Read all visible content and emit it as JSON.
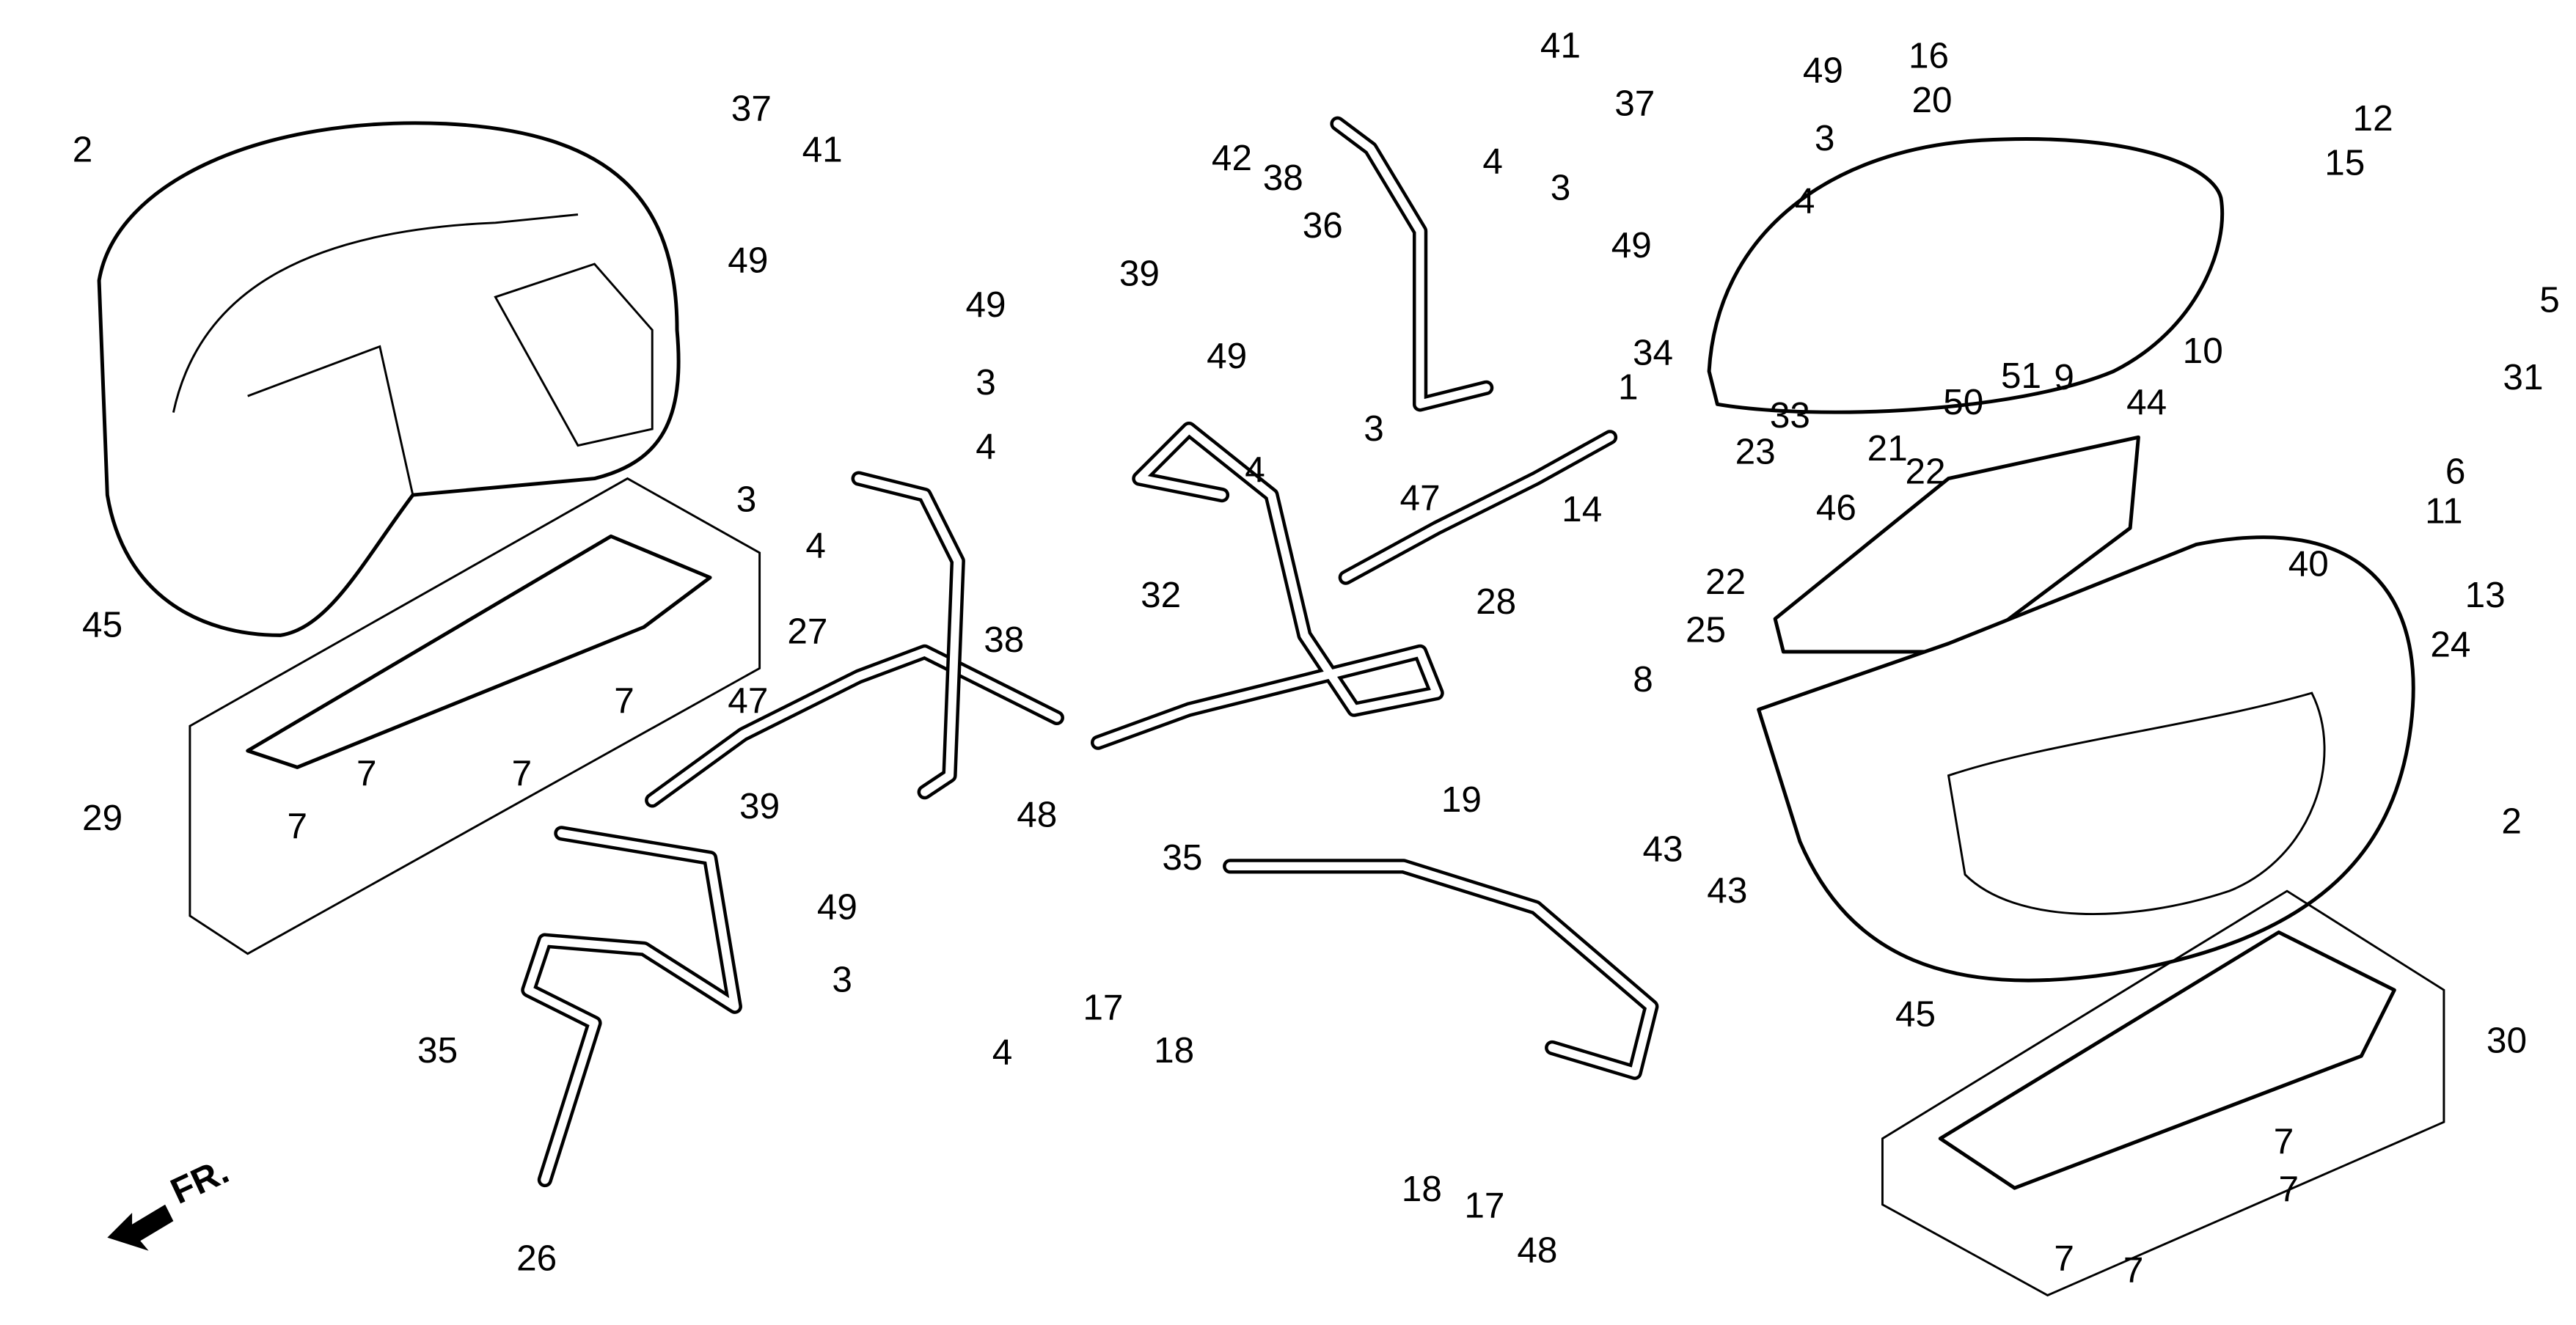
{
  "diagram": {
    "type": "exploded-parts-diagram",
    "direction_marker": "FR.",
    "callouts": [
      "2",
      "37",
      "41",
      "49",
      "49",
      "3",
      "4",
      "3",
      "4",
      "38",
      "45",
      "7",
      "7",
      "7",
      "7",
      "29",
      "47",
      "27",
      "39",
      "39",
      "42",
      "38",
      "36",
      "49",
      "3",
      "4",
      "47",
      "32",
      "35",
      "48",
      "49",
      "3",
      "4",
      "17",
      "18",
      "35",
      "26",
      "19",
      "18",
      "17",
      "48",
      "41",
      "37",
      "4",
      "3",
      "49",
      "49",
      "3",
      "4",
      "28",
      "34",
      "1",
      "33",
      "23",
      "14",
      "46",
      "22",
      "21",
      "22",
      "50",
      "51",
      "16",
      "20",
      "9",
      "44",
      "10",
      "12",
      "15",
      "5",
      "31",
      "6",
      "11",
      "40",
      "13",
      "24",
      "25",
      "8",
      "43",
      "43",
      "2",
      "45",
      "30",
      "7",
      "7",
      "7",
      "7"
    ]
  }
}
